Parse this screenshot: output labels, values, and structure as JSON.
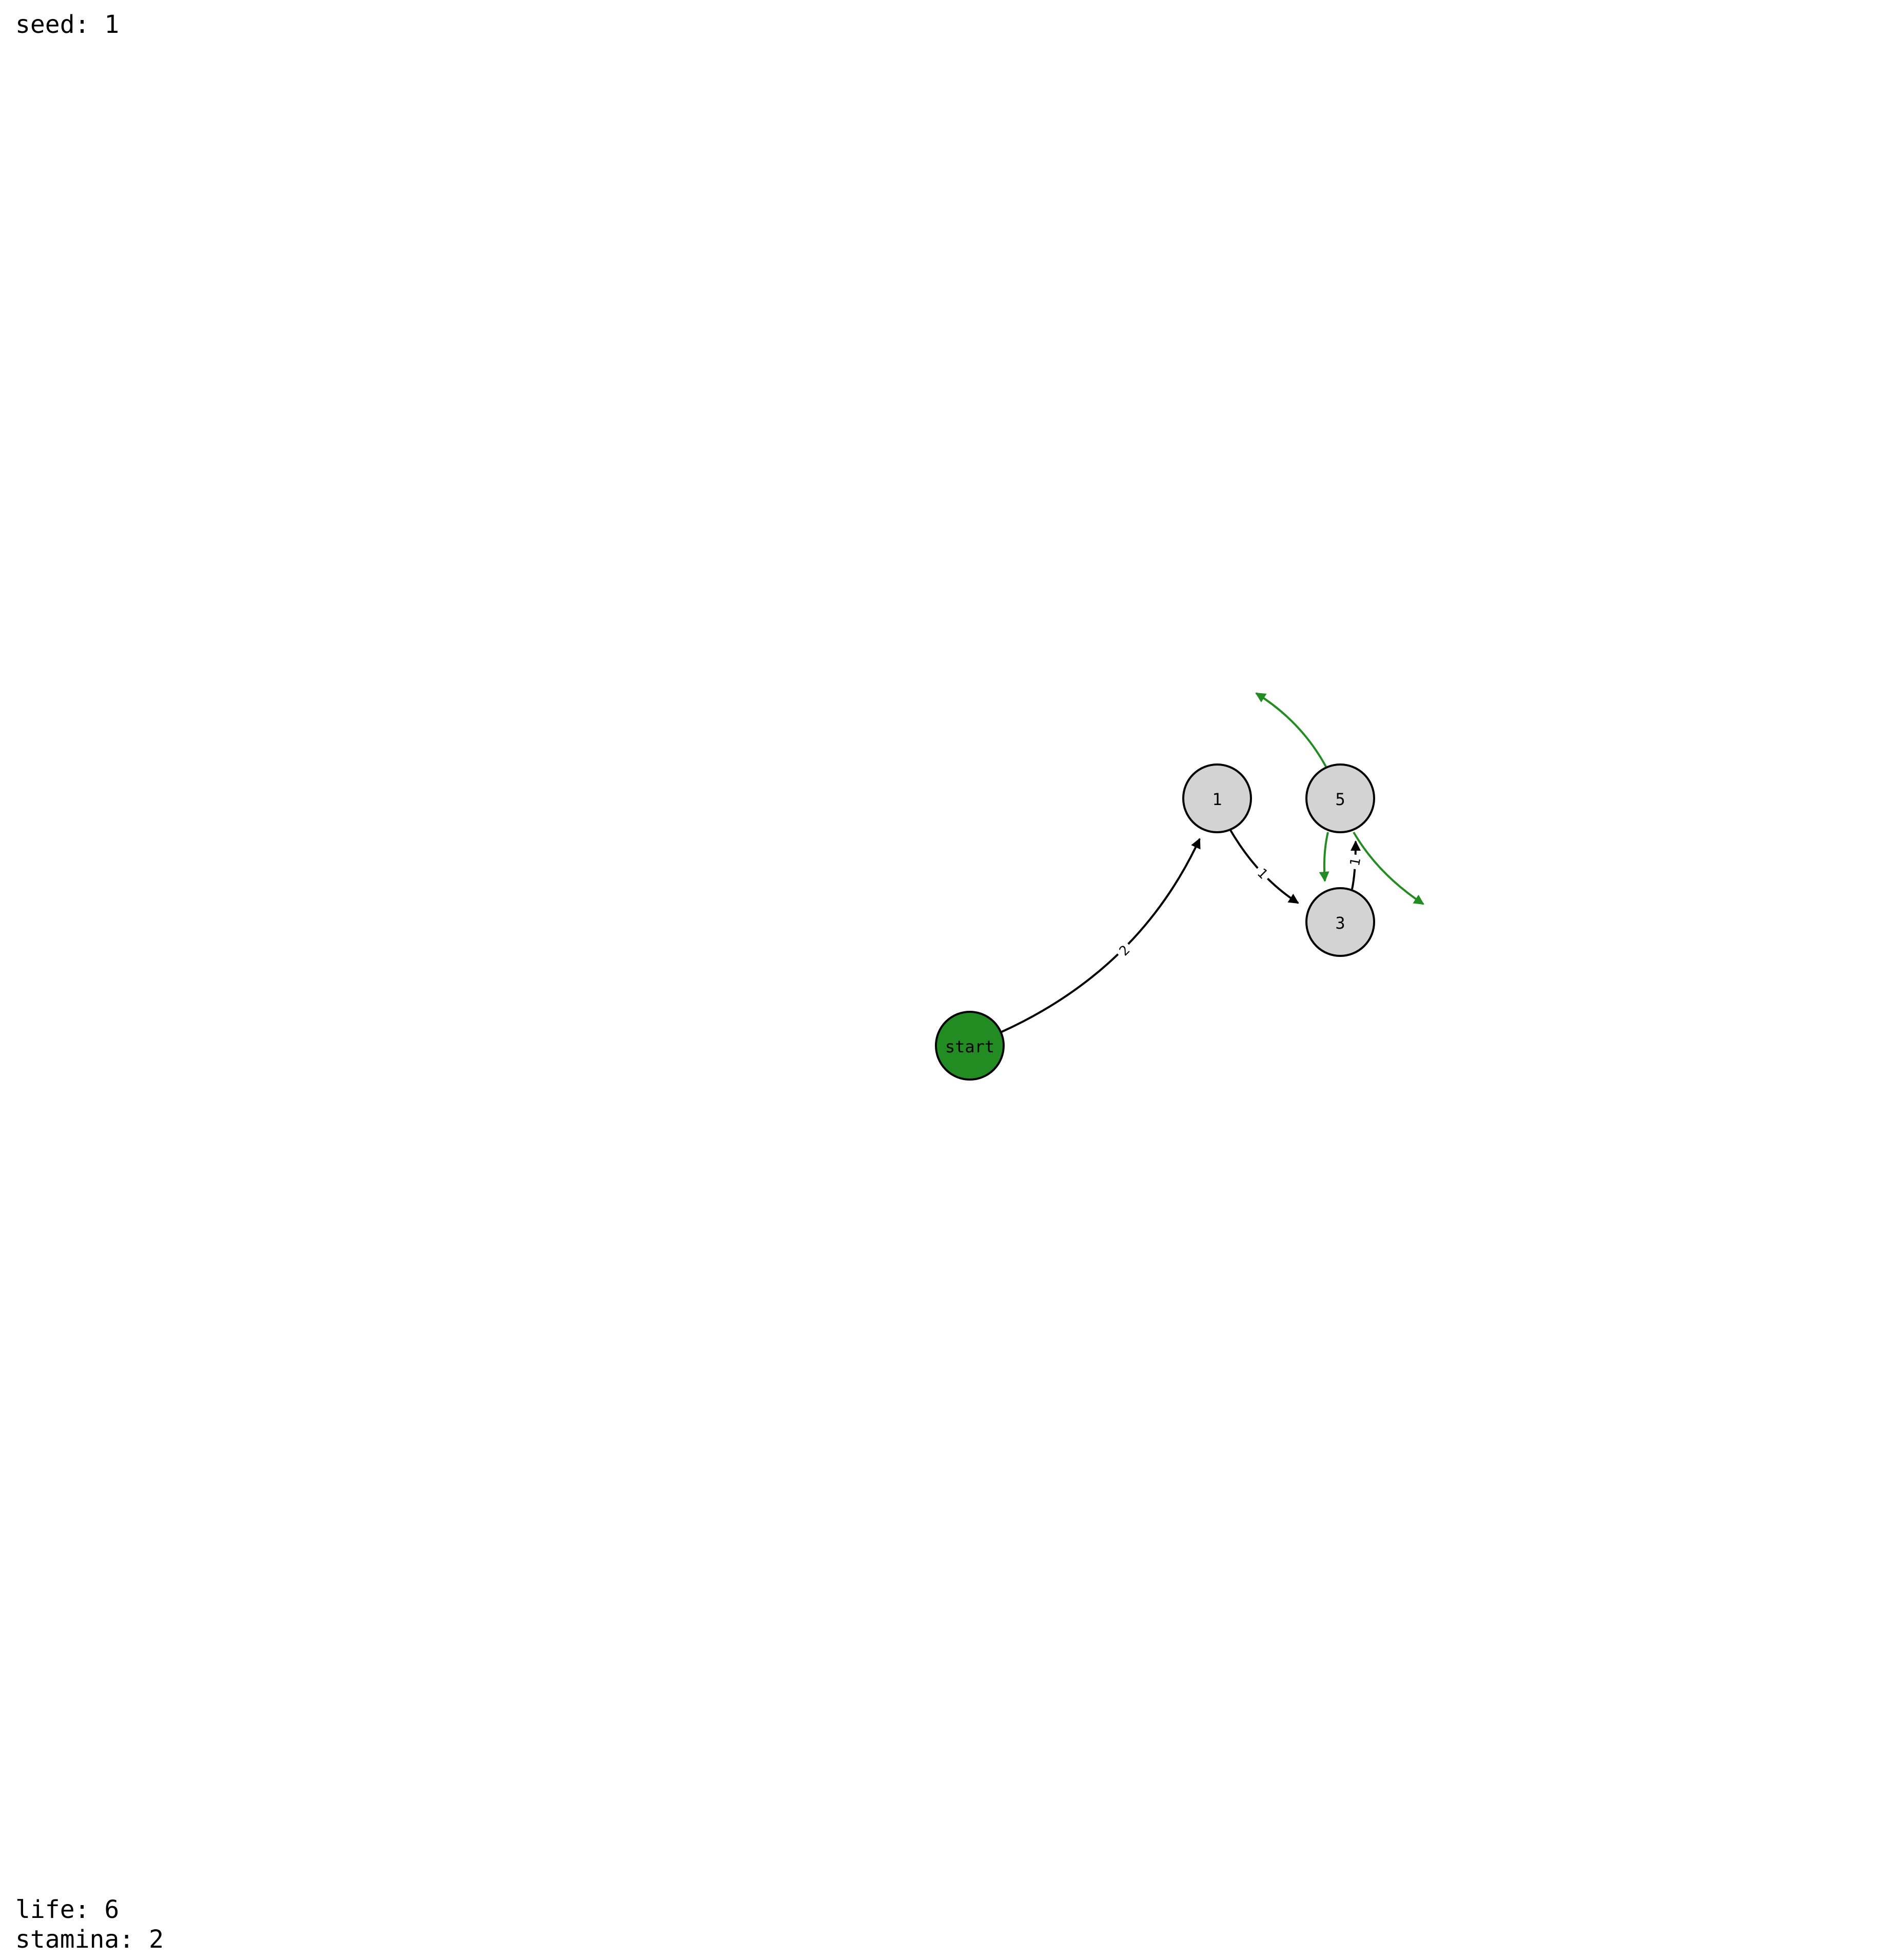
{
  "hud": {
    "seed": "seed: 1",
    "life": "life: 6",
    "stamina": "stamina: 2"
  },
  "colors": {
    "background": "#ffffff",
    "start_node_fill": "#228b22",
    "node_fill": "#d3d3d3",
    "node_stroke": "#000000",
    "edge": "#000000",
    "available_edge": "#228b22"
  },
  "graph": {
    "nodes": [
      {
        "id": "start",
        "label": "start",
        "kind": "start"
      },
      {
        "id": "n1",
        "label": "1",
        "kind": "room"
      },
      {
        "id": "n5",
        "label": "5",
        "kind": "room"
      },
      {
        "id": "n3",
        "label": "3",
        "kind": "room"
      }
    ],
    "edges": [
      {
        "from": "start",
        "to": "n1",
        "weight": "2",
        "kind": "normal"
      },
      {
        "from": "n1",
        "to": "n3",
        "weight": "1",
        "kind": "normal"
      },
      {
        "from": "n3",
        "to": "n5",
        "weight": "1",
        "kind": "normal"
      },
      {
        "from": "n5",
        "to": "offscreen-up",
        "weight": "",
        "kind": "available"
      },
      {
        "from": "n5",
        "to": "n3",
        "weight": "",
        "kind": "available"
      },
      {
        "from": "n5",
        "to": "offscreen-right",
        "weight": "",
        "kind": "available"
      }
    ]
  }
}
